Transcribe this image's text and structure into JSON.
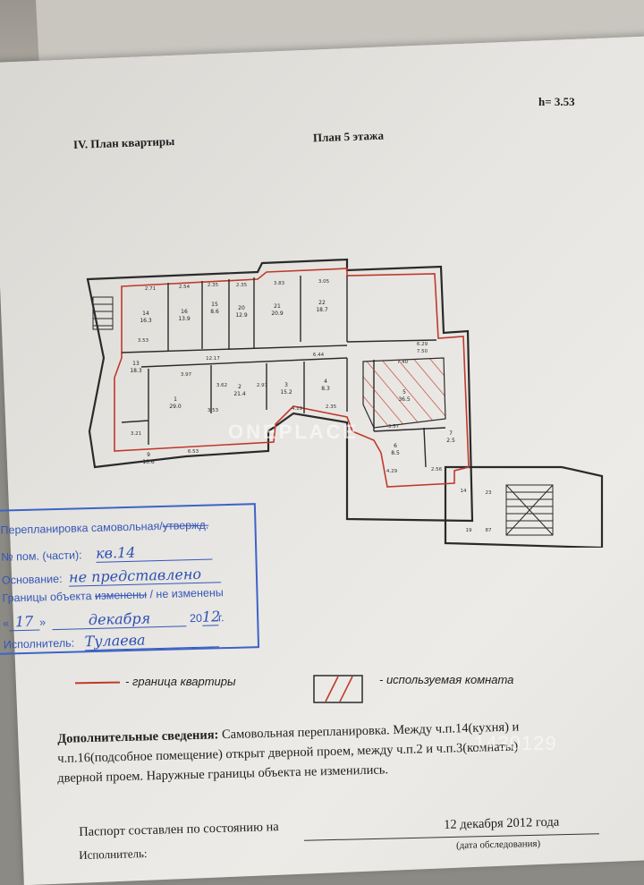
{
  "header": {
    "height_value": "h= 3.53",
    "section_title": "IV. План квартиры",
    "floor_title": "План 5 этажа"
  },
  "plan": {
    "rooms": [
      {
        "num": "14",
        "area": "16.3"
      },
      {
        "num": "16",
        "area": "13.9"
      },
      {
        "num": "15",
        "area": "8.6"
      },
      {
        "num": "20",
        "area": "12.9"
      },
      {
        "num": "21",
        "area": "20.9"
      },
      {
        "num": "22",
        "area": "18.7"
      },
      {
        "num": "13",
        "area": "18.3"
      },
      {
        "num": "1",
        "area": "29.0"
      },
      {
        "num": "2",
        "area": "21.4"
      },
      {
        "num": "3",
        "area": "15.2"
      },
      {
        "num": "4",
        "area": "8.3"
      },
      {
        "num": "5",
        "area": "36.5"
      },
      {
        "num": "6",
        "area": "8.5"
      },
      {
        "num": "7",
        "area": "2.5"
      },
      {
        "num": "9",
        "area": "10.6"
      }
    ],
    "dimensions": [
      "2.71",
      "2.54",
      "2.35",
      "2.35",
      "3.83",
      "3.05",
      "3.53",
      "12.17",
      "3.97",
      "3.62",
      "2.97",
      "3.53",
      "4.19",
      "2.35",
      "6.44",
      "6.29",
      "7.50",
      "7.40",
      "3.21",
      "6.53",
      "3.57",
      "4.29",
      "2.56",
      "14",
      "23",
      "19",
      "87"
    ]
  },
  "stamp": {
    "line1_prefix": "Перепланировка самовольная/",
    "line1_struck": "утвержд.",
    "line2_label": "№ пом. (части):",
    "line2_value": "кв.14",
    "line3_label": "Основание:",
    "line3_value": "не представлено",
    "line4_prefix": "Границы объекта ",
    "line4_struck": "изменены",
    "line4_suffix": " / не изменены",
    "date_day": "17",
    "date_month": "декабря",
    "date_year_prefix": "20",
    "date_year_suffix": "12",
    "date_g": "г.",
    "executor_label": "Исполнитель:",
    "executor_value": "Тулаева"
  },
  "legend": {
    "boundary_text": "- граница квартиры",
    "used_room_text": "- используемая комната"
  },
  "info": {
    "label": "Дополнительные сведения:",
    "line1": "Самовольная перепланировка. Между ч.п.14(кухня) и",
    "line2": "ч.п.16(подсобное помещение) открыт дверной проем, между ч.п.2 и ч.п.3(комнаты)",
    "line3": "дверной проем. Наружные границы объекта не изменились."
  },
  "footer": {
    "passport_text": "Паспорт составлен по состоянию на",
    "date_text": "12 декабря 2012 года",
    "date_caption": "(дата обследования)",
    "executor_partial": "Исполнитель:"
  },
  "watermark": {
    "brand": "ONEPLACE",
    "listing_id": "1430129"
  },
  "colors": {
    "boundary": "#c0392b",
    "stamp": "#3456b8",
    "paper": "#e8e6e2"
  }
}
